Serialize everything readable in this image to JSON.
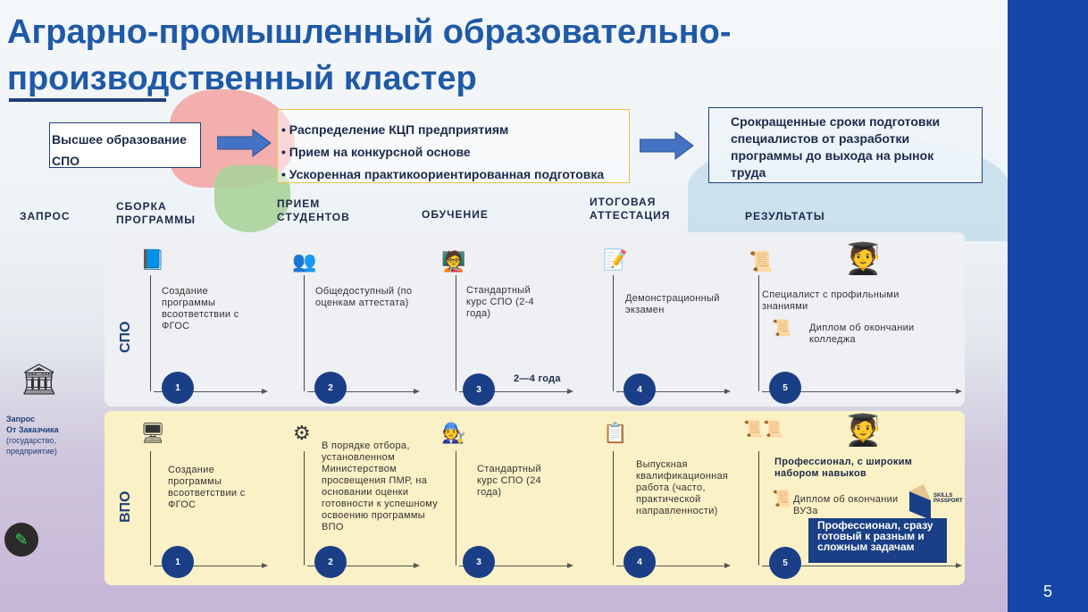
{
  "title": "Аграрно-промышленный образовательно-производственный  кластер",
  "page_number": "5",
  "top": {
    "box1_lines": [
      "Высшее образование",
      "СПО"
    ],
    "bullets": [
      "Распределение КЦП предприятиям",
      "Прием на конкурсной основе",
      "Ускоренная практикоориентированная подготовка"
    ],
    "result": "Срокращенные сроки подготовки специалистов  от разработки программы до выхода на рынок труда"
  },
  "columns": [
    "ЗАПРОС",
    "СБОРКА ПРОГРАММЫ",
    "ПРИЕМ СТУДЕНТОВ",
    "ОБУЧЕНИЕ",
    "ИТОГОВАЯ АТТЕСТАЦИЯ",
    "РЕЗУЛЬТАТЫ"
  ],
  "request": {
    "l1": "Запрос",
    "l2": "От Заказчика",
    "l3": "(государство, предприятие)"
  },
  "spo": {
    "label": "СПО",
    "steps": [
      {
        "num": "1",
        "text": "Создание программы всоответствии с ФГОС"
      },
      {
        "num": "2",
        "text": "Общедоступный (по оценкам аттестата)"
      },
      {
        "num": "3",
        "text": "Стандартный курс СПО (2-4 года)"
      },
      {
        "num": "4",
        "text": "Демонстрационный экзамен"
      },
      {
        "num": "5",
        "text": "Специалист с профильными знаниями"
      }
    ],
    "duration": "2—4 года",
    "diploma": "Диплом об окончании колледжа"
  },
  "vpo": {
    "label": "ВПО",
    "steps": [
      {
        "num": "1",
        "text": "Создание программы всоответствии с ФГОС"
      },
      {
        "num": "2",
        "text": "В порядке отбора, установленном Министерством просвещения ПМР, на основании оценки готовности к успешному освоению программы ВПО"
      },
      {
        "num": "3",
        "text": "Стандартный курс СПО (24 года)"
      },
      {
        "num": "4",
        "text": "Выпускная квалификационная работа (часто, практической направленности)"
      },
      {
        "num": "5",
        "text": "Профессионал,  с широким набором навыков"
      }
    ],
    "diploma": "Диплом об окончании ВУЗа",
    "skills_logo": "SKILLS PASSPORT",
    "highlight": "Профессионал, сразу готовый к разным и сложным задачам"
  }
}
